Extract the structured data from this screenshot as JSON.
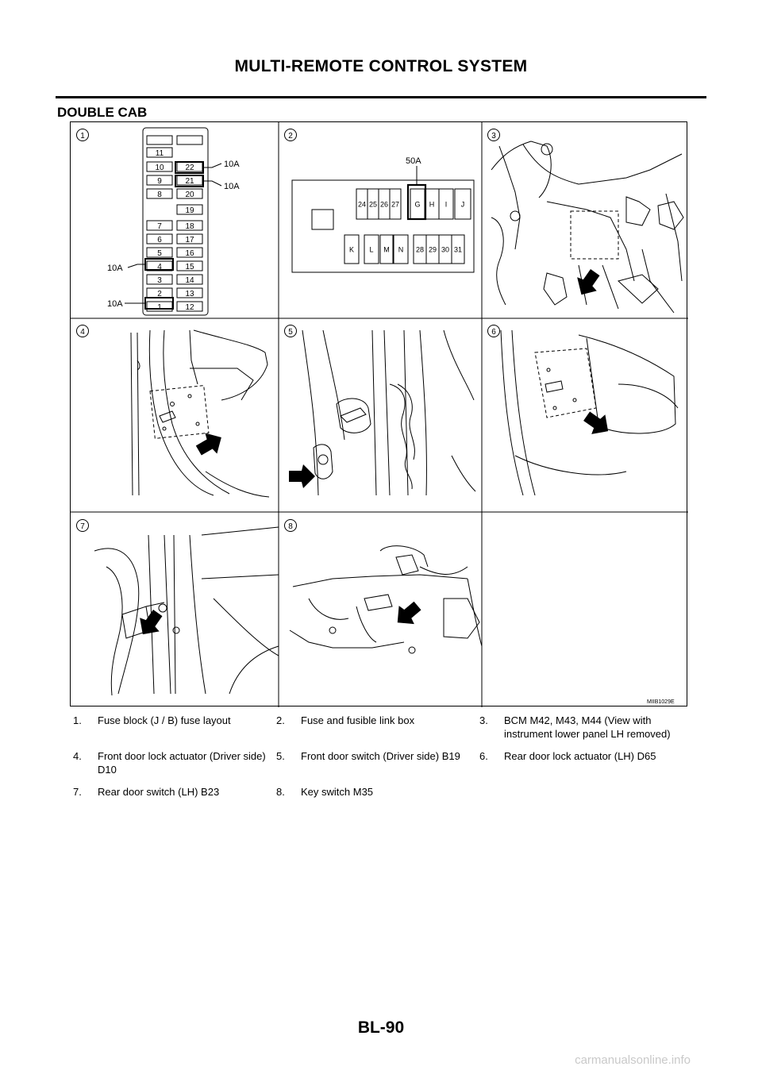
{
  "header": {
    "title": "MULTI-REMOTE CONTROL SYSTEM"
  },
  "section": {
    "title": "DOUBLE CAB"
  },
  "figure": {
    "id": "MIIB1029E",
    "panel_numbers": [
      "1",
      "2",
      "3",
      "4",
      "5",
      "6",
      "7",
      "8"
    ],
    "fuse_block": {
      "left_column": [
        "11",
        "10",
        "9",
        "8",
        "7",
        "6",
        "5",
        "4",
        "3",
        "2",
        "1"
      ],
      "right_column": [
        "22",
        "21",
        "20",
        "19",
        "18",
        "17",
        "16",
        "15",
        "14",
        "13",
        "12"
      ],
      "labels": [
        "10A",
        "10A",
        "10A",
        "10A"
      ]
    },
    "fusible_link_box": {
      "label": "50A",
      "top_row": [
        "24",
        "25",
        "26",
        "27",
        "G",
        "H",
        "I",
        "J"
      ],
      "bottom_row": [
        "K",
        "L",
        "M",
        "N",
        "28",
        "29",
        "30",
        "31"
      ]
    }
  },
  "captions": [
    {
      "num": "1.",
      "text": "Fuse block (J / B) fuse layout"
    },
    {
      "num": "2.",
      "text": "Fuse and fusible link box"
    },
    {
      "num": "3.",
      "text": "BCM M42, M43, M44 (View with instrument lower panel LH removed)"
    },
    {
      "num": "4.",
      "text": "Front door lock actuator (Driver side) D10"
    },
    {
      "num": "5.",
      "text": "Front door switch (Driver side) B19"
    },
    {
      "num": "6.",
      "text": "Rear door lock actuator (LH) D65"
    },
    {
      "num": "7.",
      "text": "Rear door switch (LH) B23"
    },
    {
      "num": "8.",
      "text": "Key switch M35"
    }
  ],
  "footer": {
    "page_number": "BL-90",
    "watermark": "carmanualsonline.info"
  }
}
